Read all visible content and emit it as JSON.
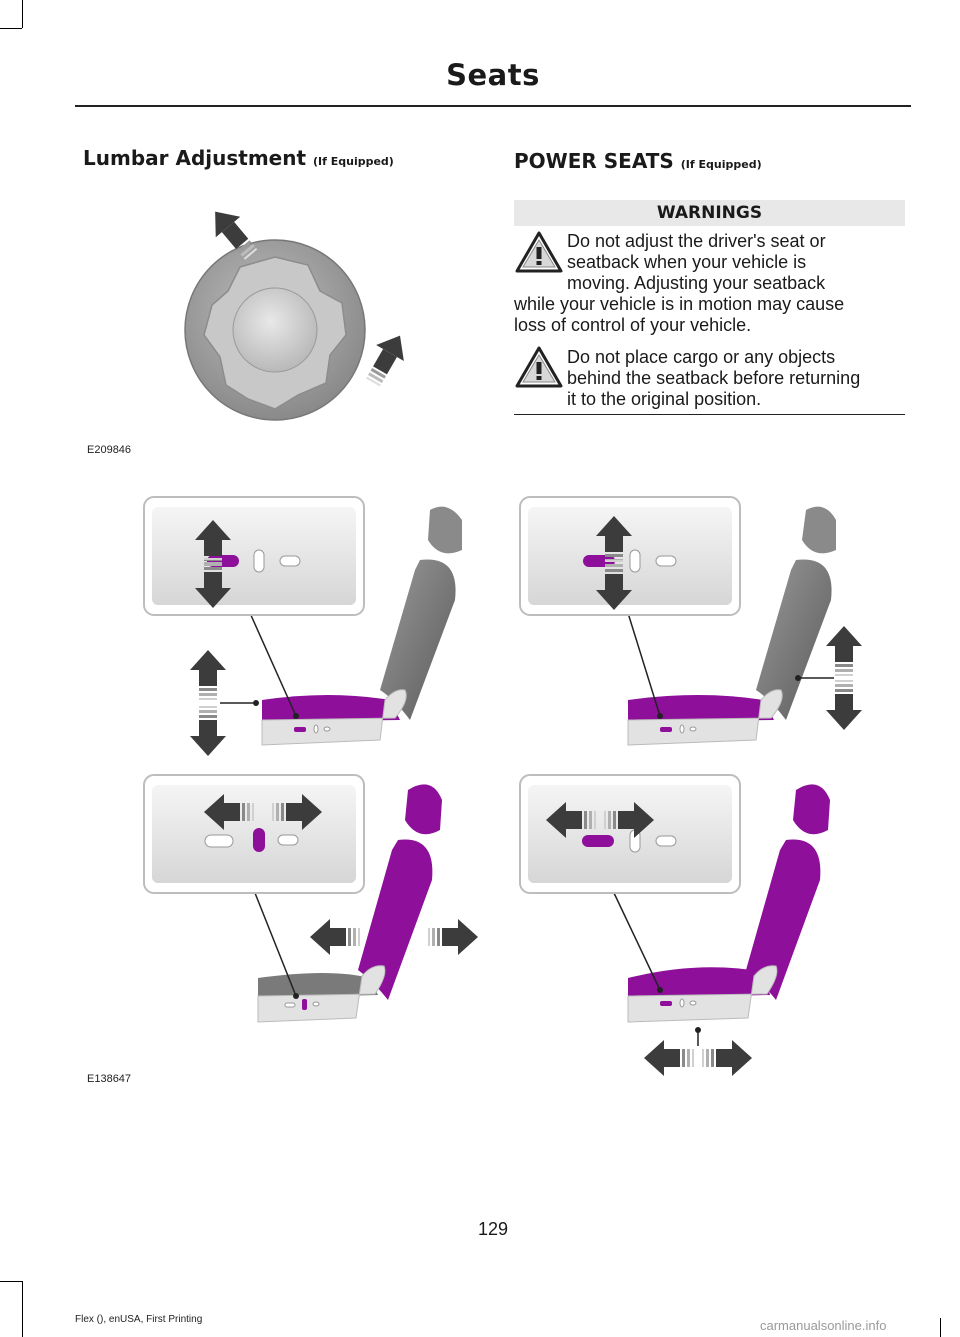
{
  "header": {
    "title": "Seats"
  },
  "lumbar": {
    "title": "Lumbar Adjustment",
    "qualifier": "(If Equipped)",
    "figure_code": "E209846"
  },
  "power_seats": {
    "title": "POWER SEATS",
    "qualifier": "(If Equipped)",
    "warnings_heading": "WARNINGS",
    "warning_1_lines": [
      "Do not adjust the driver's seat or",
      "seatback when your vehicle is",
      "moving. Adjusting your seatback",
      "while your vehicle is in motion may cause",
      "loss of control of your vehicle."
    ],
    "warning_2_lines": [
      "Do not place cargo or any objects",
      "behind the seatback before returning",
      "it to the original position."
    ]
  },
  "seat_figure": {
    "code": "E138647"
  },
  "icons": [
    "warning-triangle-icon",
    "lumbar-knob-icon",
    "arrow-icon"
  ],
  "colors": {
    "accent": "#8e0f9a",
    "panel": "#e4e4e4",
    "arrow": "#3c3c3c"
  },
  "footer": {
    "page_number": "129",
    "edition": "Flex (), enUSA, First Printing",
    "watermark": "carmanualsonline.info"
  }
}
